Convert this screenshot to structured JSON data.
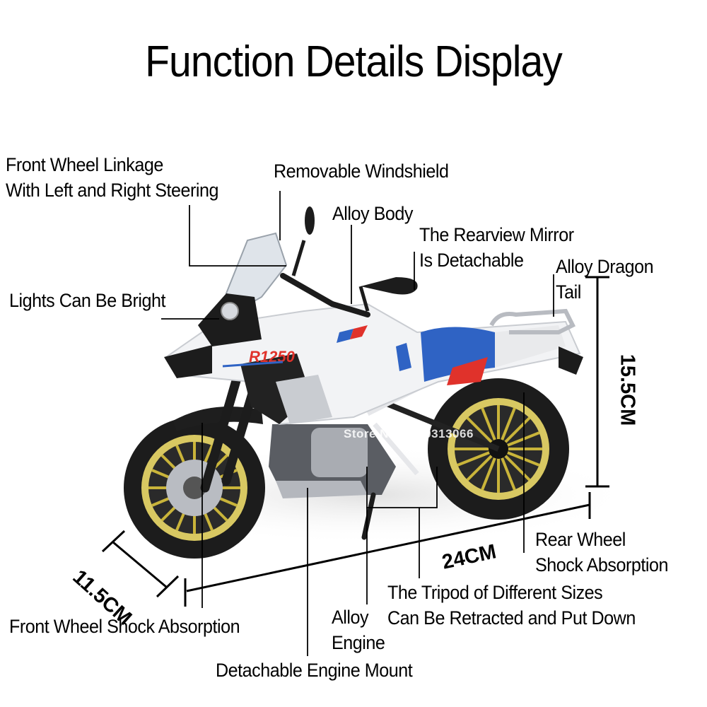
{
  "title": "Function Details Display",
  "labels": {
    "front_wheel_linkage_line1": "Front Wheel Linkage",
    "front_wheel_linkage_line2": "With Left and Right Steering",
    "removable_windshield": "Removable Windshield",
    "alloy_body": "Alloy Body",
    "rearview_mirror_line1": "The Rearview Mirror",
    "rearview_mirror_line2": "Is Detachable",
    "alloy_dragon_tail_line1": "Alloy Dragon",
    "alloy_dragon_tail_line2": "Tail",
    "lights": "Lights Can Be Bright",
    "rear_wheel_shock_line1": "Rear Wheel",
    "rear_wheel_shock_line2": "Shock Absorption",
    "tripod_line1": "The Tripod of Different Sizes",
    "tripod_line2": "Can Be Retracted and Put Down",
    "alloy_engine_line1": "Alloy",
    "alloy_engine_line2": "Engine",
    "front_wheel_shock": "Front Wheel Shock Absorption",
    "detachable_engine_mount": "Detachable Engine Mount"
  },
  "measurements": {
    "height": "15.5CM",
    "length": "24CM",
    "width": "11.5CM"
  },
  "product": {
    "model_decal": "R1250",
    "watermark": "Store No. 1100313066",
    "colors": {
      "body_white": "#f2f3f5",
      "seat_blue": "#2f63c4",
      "accent_red": "#e0322b",
      "wheel_gold": "#c9b43a",
      "tire_black": "#1c1c1c",
      "frame_gray": "#9a9da3"
    }
  }
}
